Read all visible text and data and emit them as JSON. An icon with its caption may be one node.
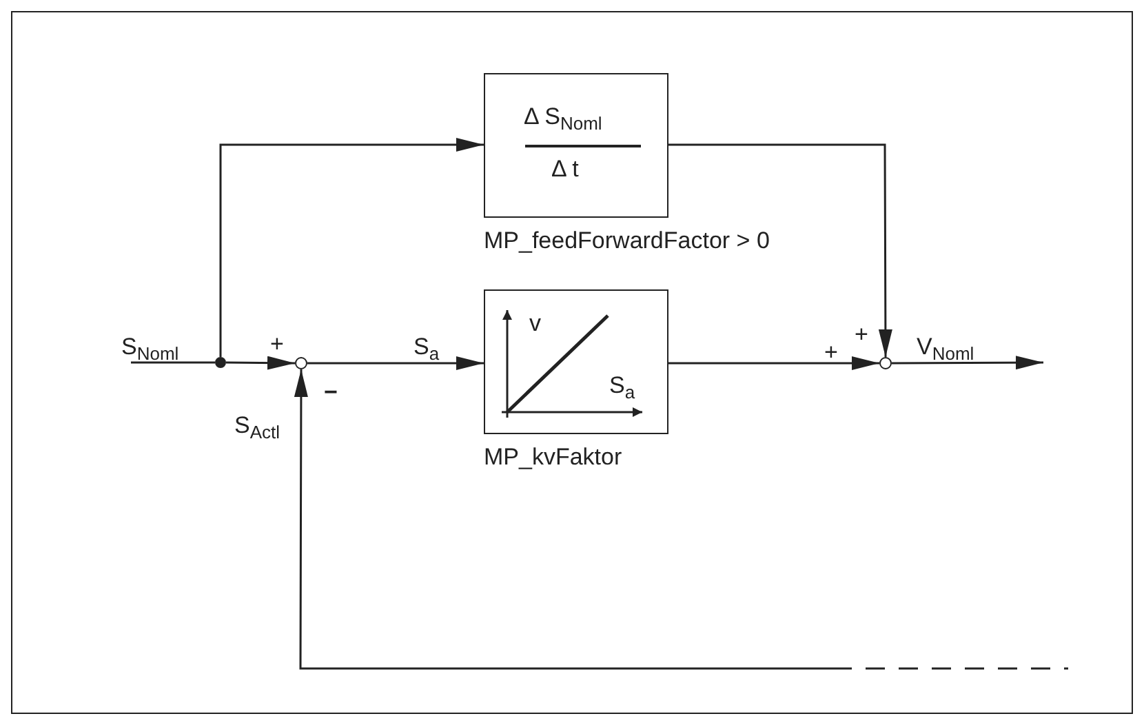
{
  "diagram": {
    "nodes": [
      {
        "text": [],
        "shape": "circle"
      },
      {
        "text": [],
        "shape": "circle"
      },
      {
        "text": [
          "Δ S$_{Noml}$",
          "Δ t"
        ],
        "beside": [
          "MP_feedForwardFactor > 0"
        ]
      },
      {
        "text": [
          "v",
          "S$_{a}$"
        ],
        "beside": [
          "MP_kvFaktor"
        ]
      },
      {
        "text": [],
        "shape": "circle"
      }
    ],
    "edges": [
      {
        "from": null,
        "to": 0,
        "arrow": "none",
        "label": "S$_{Noml}$"
      },
      {
        "from": 0,
        "to": 1,
        "arrow": "to",
        "label": "+"
      },
      {
        "from": 0,
        "to": 2,
        "arrow": "to"
      },
      {
        "from": 1,
        "to": 3,
        "arrow": "to",
        "label": "S$_{a}$"
      },
      {
        "from": 3,
        "to": 4,
        "arrow": "to",
        "label": "+"
      },
      {
        "from": 2,
        "to": 4,
        "arrow": "to",
        "label": "+"
      },
      {
        "from": 4,
        "to": null,
        "arrow": "to",
        "label": "V$_{Noml}$"
      },
      {
        "from": null,
        "to": 1,
        "arrow": "to",
        "label": "S$_{Actl}$",
        "style": "dashed"
      }
    ],
    "labels": [
      "−"
    ]
  }
}
